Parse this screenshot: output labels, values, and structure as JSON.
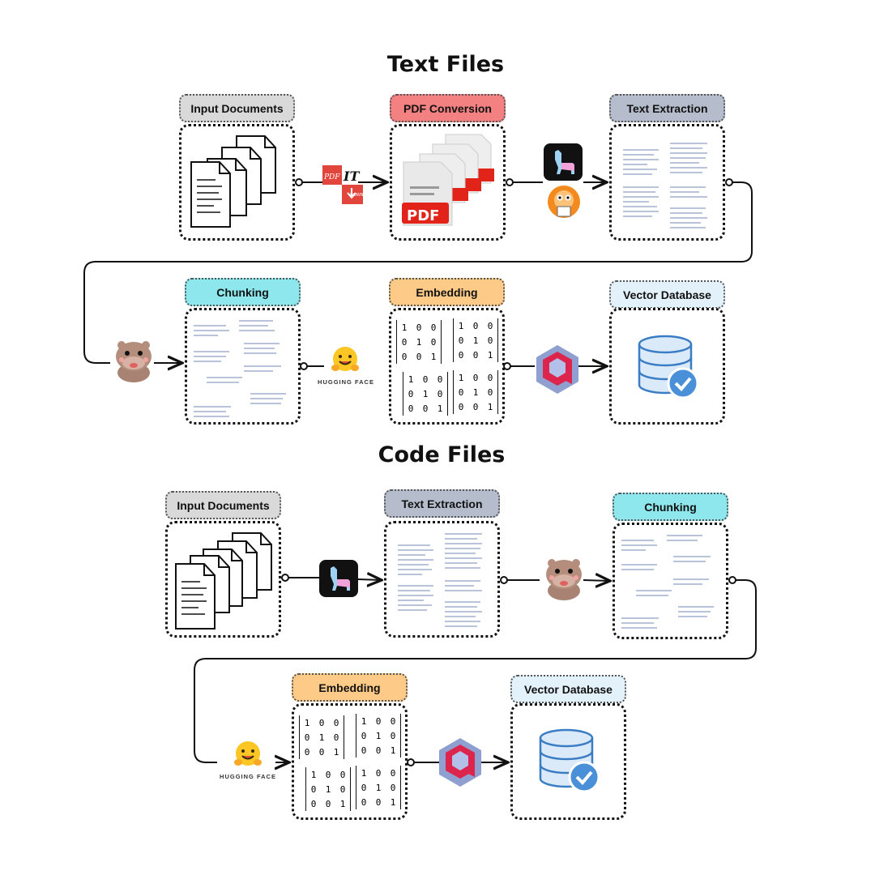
{
  "text_files": {
    "title": "Text Files",
    "row1": {
      "input_documents": "Input Documents",
      "pdf_conversion": "PDF Conversion",
      "text_extraction": "Text Extraction",
      "pdf_badge": "PDF",
      "pdf_it_text": "PDF",
      "pdf_it_suffix": "IT",
      "pdf_it_down": "DOWN"
    },
    "row2": {
      "chunking": "Chunking",
      "embedding": "Embedding",
      "vector_database": "Vector Database",
      "hugging_face": "HUGGING FACE"
    }
  },
  "code_files": {
    "title": "Code Files",
    "row1": {
      "input_documents": "Input Documents",
      "text_extraction": "Text Extraction",
      "chunking": "Chunking"
    },
    "row2": {
      "embedding": "Embedding",
      "vector_database": "Vector Database",
      "hugging_face": "HUGGING FACE"
    }
  },
  "matrix": {
    "rows": [
      [
        "1",
        "0",
        "0"
      ],
      [
        "0",
        "1",
        "0"
      ],
      [
        "0",
        "0",
        "1"
      ]
    ]
  },
  "colors": {
    "label_gray": "#d9d9d9",
    "label_red": "#f38181",
    "label_slate": "#b5bccb",
    "label_cyan": "#8ee7ec",
    "label_orange": "#fdca88",
    "label_lightblue": "#e3f1fb",
    "db_blue": "#3a7dc4",
    "db_fill": "#dbeaf8"
  }
}
